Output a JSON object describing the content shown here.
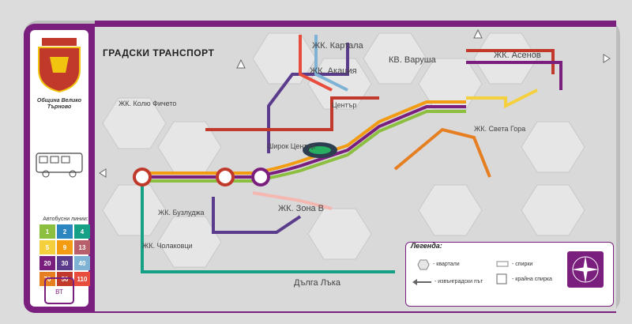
{
  "sidebar": {
    "municipality": "Община Велико Търново",
    "bus_caption": "Автобусни линии:",
    "routes": [
      {
        "label": "1",
        "color": "#8cbf3f"
      },
      {
        "label": "2",
        "color": "#2e86c1"
      },
      {
        "label": "4",
        "color": "#16a085"
      },
      {
        "label": "5",
        "color": "#f4d03f"
      },
      {
        "label": "9",
        "color": "#f39c12"
      },
      {
        "label": "13",
        "color": "#b7606b"
      },
      {
        "label": "20",
        "color": "#7b1f7e"
      },
      {
        "label": "30",
        "color": "#5b3b8c"
      },
      {
        "label": "40",
        "color": "#7fb3d5"
      },
      {
        "label": "70",
        "color": "#e67e22"
      },
      {
        "label": "50",
        "color": "#c0392b"
      },
      {
        "label": "110",
        "color": "#e74c3c"
      }
    ]
  },
  "map": {
    "title": "ГРАДСКИ ТРАНСПОРТ",
    "places": [
      {
        "name": "ЖК. Картала"
      },
      {
        "name": "ЖК. Акация"
      },
      {
        "name": "КВ. Варуша"
      },
      {
        "name": "ЖК. Асенов"
      },
      {
        "name": "ЖК. Колю Фичето"
      },
      {
        "name": "Център"
      },
      {
        "name": "ЖК. Света Гора"
      },
      {
        "name": "Широк Център"
      },
      {
        "name": "ЖК. Бузлуджа"
      },
      {
        "name": "ЖК. Зона В"
      },
      {
        "name": "ЖК. Чолаковци"
      },
      {
        "name": "Дълга Лъка"
      }
    ]
  },
  "legend": {
    "title": "Легенда:",
    "items": [
      {
        "label": "- квартали"
      },
      {
        "label": "- извънградски път"
      },
      {
        "label": "- спирки"
      },
      {
        "label": "- крайна спирка"
      }
    ]
  }
}
